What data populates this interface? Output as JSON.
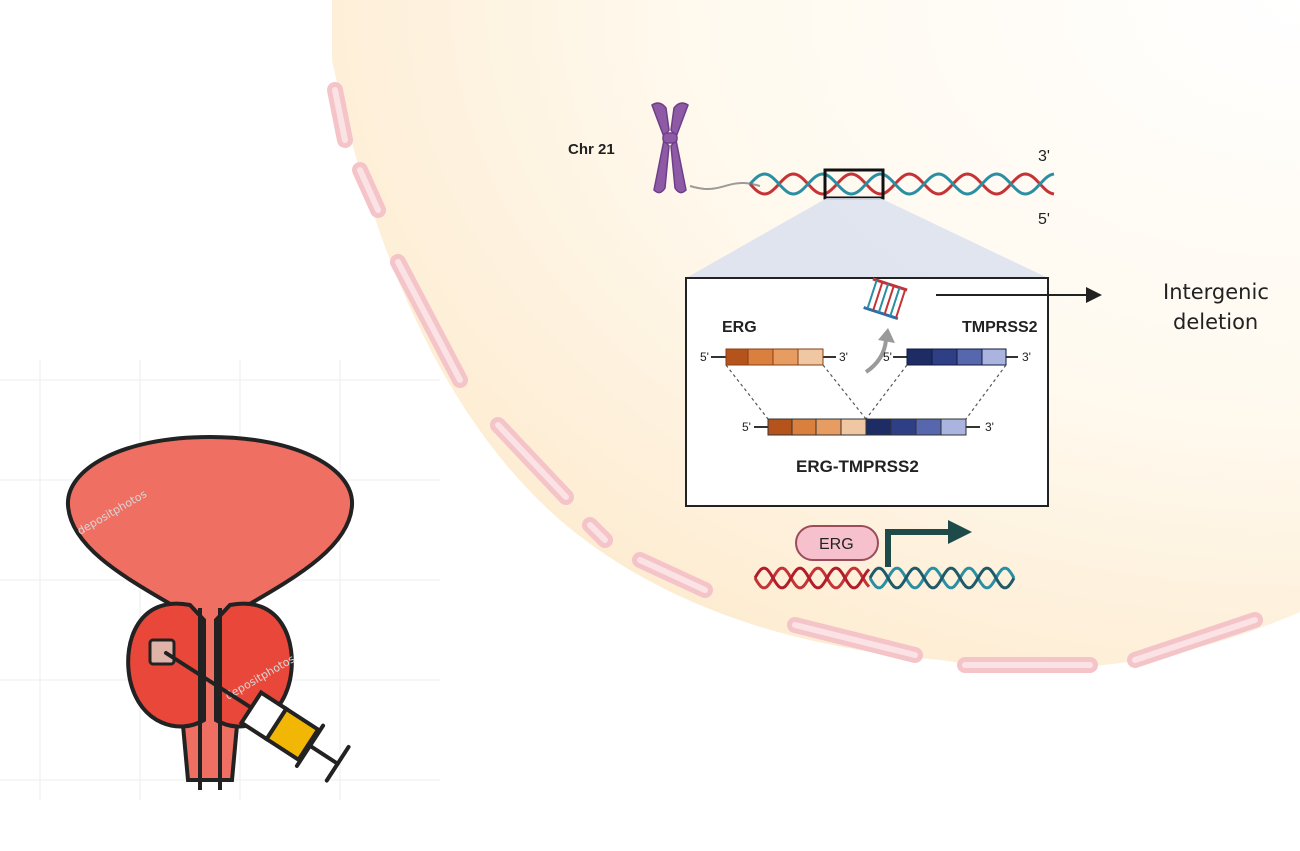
{
  "chromosome": {
    "label": "Chr 21",
    "end_3": "3'",
    "end_5": "5'"
  },
  "fusion_box": {
    "gene_left": "ERG",
    "gene_right": "TMPRSS2",
    "fused_label": "ERG-TMPRSS2",
    "prime5": "5'",
    "prime3": "3'"
  },
  "callout": {
    "line1": "Intergenic",
    "line2": "deletion"
  },
  "transcription": {
    "factor_label": "ERG"
  },
  "watermark": "depositphotos",
  "colors": {
    "erg_dark": "#b5531d",
    "erg_mid": "#d9803e",
    "erg_light": "#efc7a3",
    "tmprss_dark": "#1e2c66",
    "tmprss_mid": "#3b4d96",
    "tmprss_light": "#aab4de",
    "prostate": "#ef6f63",
    "lobes": "#e8473a",
    "syringe_fill": "#f2b705",
    "membrane": "#f5c6c9",
    "dna_red": "#c43336",
    "dna_teal": "#2a8fa3",
    "chromosome": "#8e5aa6",
    "erg_pill": "#f6c1cc"
  }
}
